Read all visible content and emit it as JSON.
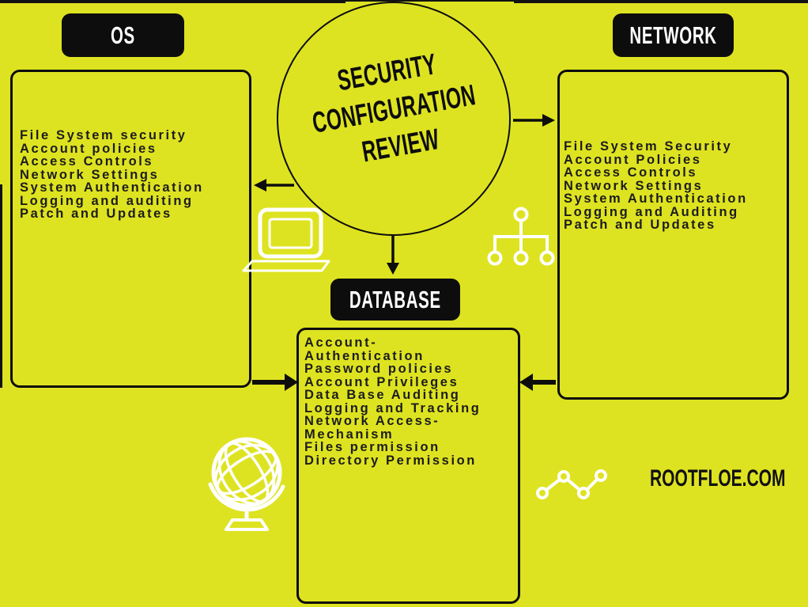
{
  "title": {
    "lines": [
      "SECURITY",
      "CONFIGURATION",
      "REVIEW"
    ]
  },
  "badges": {
    "os": "OS",
    "network": "NETWORK",
    "database": "DATABASE"
  },
  "lists": {
    "os": [
      "File System security",
      "Account policies",
      "Access Controls",
      "Network Settings",
      "System Authentication",
      "Logging and auditing",
      "Patch and Updates"
    ],
    "network": [
      "File System Security",
      "Account Policies",
      "Access Controls",
      "Network Settings",
      "System Authentication",
      "Logging and Auditing",
      "Patch and Updates"
    ],
    "database": [
      "Account-",
      "Authentication",
      "Password policies",
      "Account Privileges",
      "Data Base Auditing",
      "Logging and Tracking",
      "Network Access-",
      "Mechanism",
      "Files permission",
      "Directory Permission"
    ]
  },
  "footer": {
    "brand": "ROOTFLOE.COM"
  },
  "icons": [
    "laptop-icon",
    "network-tree-icon",
    "globe-icon",
    "line-chart-icon"
  ],
  "colors": {
    "background": "#dee321",
    "ink": "#0d0d0d",
    "badge_bg": "#0d0d0d",
    "badge_text": "#ffffff",
    "icon": "#ffffff",
    "list_text": "#1c1c1c"
  }
}
